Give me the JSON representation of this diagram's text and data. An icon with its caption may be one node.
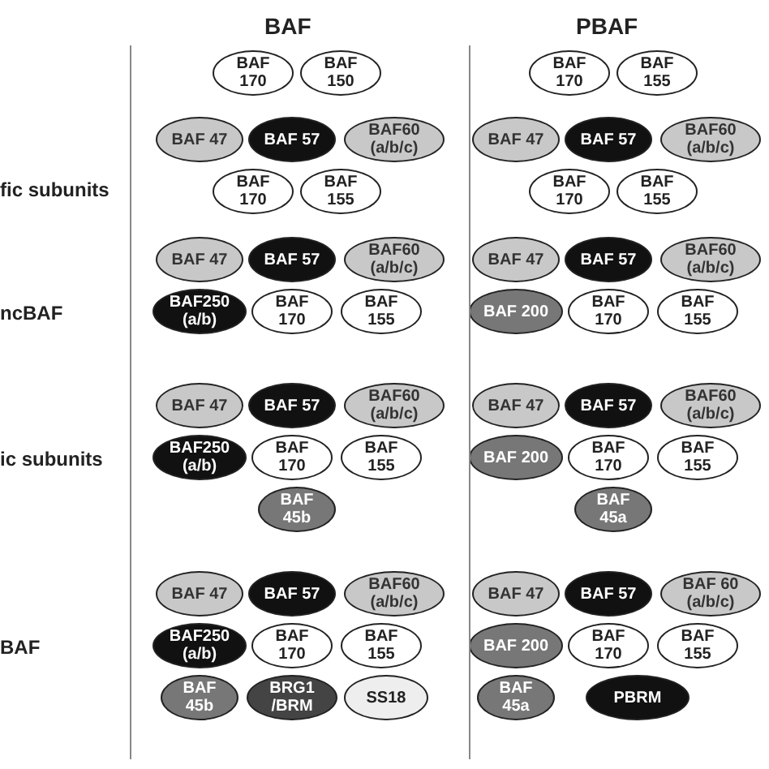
{
  "diagram": {
    "nodes": [
      {
        "text": [
          "BAF 170"
        ]
      },
      {
        "text": [
          "BAF 150"
        ]
      },
      {
        "text": [
          "BAF 170"
        ]
      },
      {
        "text": [
          "BAF 155"
        ]
      },
      {
        "text": [
          "BAF 57"
        ]
      },
      {
        "text": [
          "BAF 47"
        ]
      },
      {
        "text": [
          "BAF60 (a/b/c)"
        ]
      },
      {
        "text": [
          "BAF 170"
        ]
      },
      {
        "text": [
          "BAF 155"
        ]
      },
      {
        "text": [
          "BAF 57"
        ]
      },
      {
        "text": [
          "BAF 47"
        ]
      },
      {
        "text": [
          "BAF60 (a/b/c)"
        ]
      },
      {
        "text": [
          "BAF 170"
        ]
      },
      {
        "text": [
          "BAF 155"
        ]
      },
      {
        "text": [
          "BAF 57"
        ]
      },
      {
        "text": [
          "BAF 47"
        ]
      },
      {
        "text": [
          "BAF60 (a/b/c)"
        ]
      },
      {
        "text": [
          "BAF 170"
        ]
      },
      {
        "text": [
          "BAF 155"
        ]
      },
      {
        "text": [
          "BAF250 (a/b)"
        ]
      },
      {
        "text": [
          "BAF 57"
        ]
      },
      {
        "text": [
          "BAF 47"
        ]
      },
      {
        "text": [
          "BAF60 (a/b/c)"
        ]
      },
      {
        "text": [
          "BAF 170"
        ]
      },
      {
        "text": [
          "BAF 155"
        ]
      },
      {
        "text": [
          "BAF 200"
        ]
      },
      {
        "text": [
          "BAF 57"
        ]
      },
      {
        "text": [
          "BAF 47"
        ]
      },
      {
        "text": [
          "BAF60 (a/b/c)"
        ]
      },
      {
        "text": [
          "BAF 170"
        ]
      },
      {
        "text": [
          "BAF 155"
        ]
      },
      {
        "text": [
          "BAF250 (a/b)"
        ]
      },
      {
        "text": [
          "BAF 45b"
        ]
      },
      {
        "text": [
          "BAF 57"
        ]
      },
      {
        "text": [
          "BAF 47"
        ]
      },
      {
        "text": [
          "BAF60 (a/b/c)"
        ]
      },
      {
        "text": [
          "BAF 170"
        ]
      },
      {
        "text": [
          "BAF 155"
        ]
      },
      {
        "text": [
          "BAF 200"
        ]
      },
      {
        "text": [
          "BAF 45a"
        ]
      },
      {
        "text": [
          "BAF 57"
        ]
      },
      {
        "text": [
          "BAF 47"
        ]
      },
      {
        "text": [
          "BAF60 (a/b/c)"
        ]
      },
      {
        "text": [
          "BAF 170"
        ]
      },
      {
        "text": [
          "BAF 155"
        ]
      },
      {
        "text": [
          "BAF250 (a/b)"
        ]
      },
      {
        "text": [
          "BAF 45b"
        ]
      },
      {
        "text": [
          "BRG1 /BRM"
        ]
      },
      {
        "text": [
          "SS18"
        ]
      },
      {
        "text": [
          "BAF 57"
        ]
      },
      {
        "text": [
          "BAF 47"
        ]
      },
      {
        "text": [
          "BAF 60 (a/b/c)"
        ]
      },
      {
        "text": [
          "BAF 170"
        ]
      },
      {
        "text": [
          "BAF 155"
        ]
      },
      {
        "text": [
          "BAF 200"
        ]
      },
      {
        "text": [
          "BAF 45a"
        ]
      },
      {
        "text": [
          "PBRM"
        ]
      }
    ],
    "labels": [
      "BAF",
      "PBAF",
      "fic subunits",
      "ncBAF",
      "ic subunits",
      "BAF"
    ]
  }
}
